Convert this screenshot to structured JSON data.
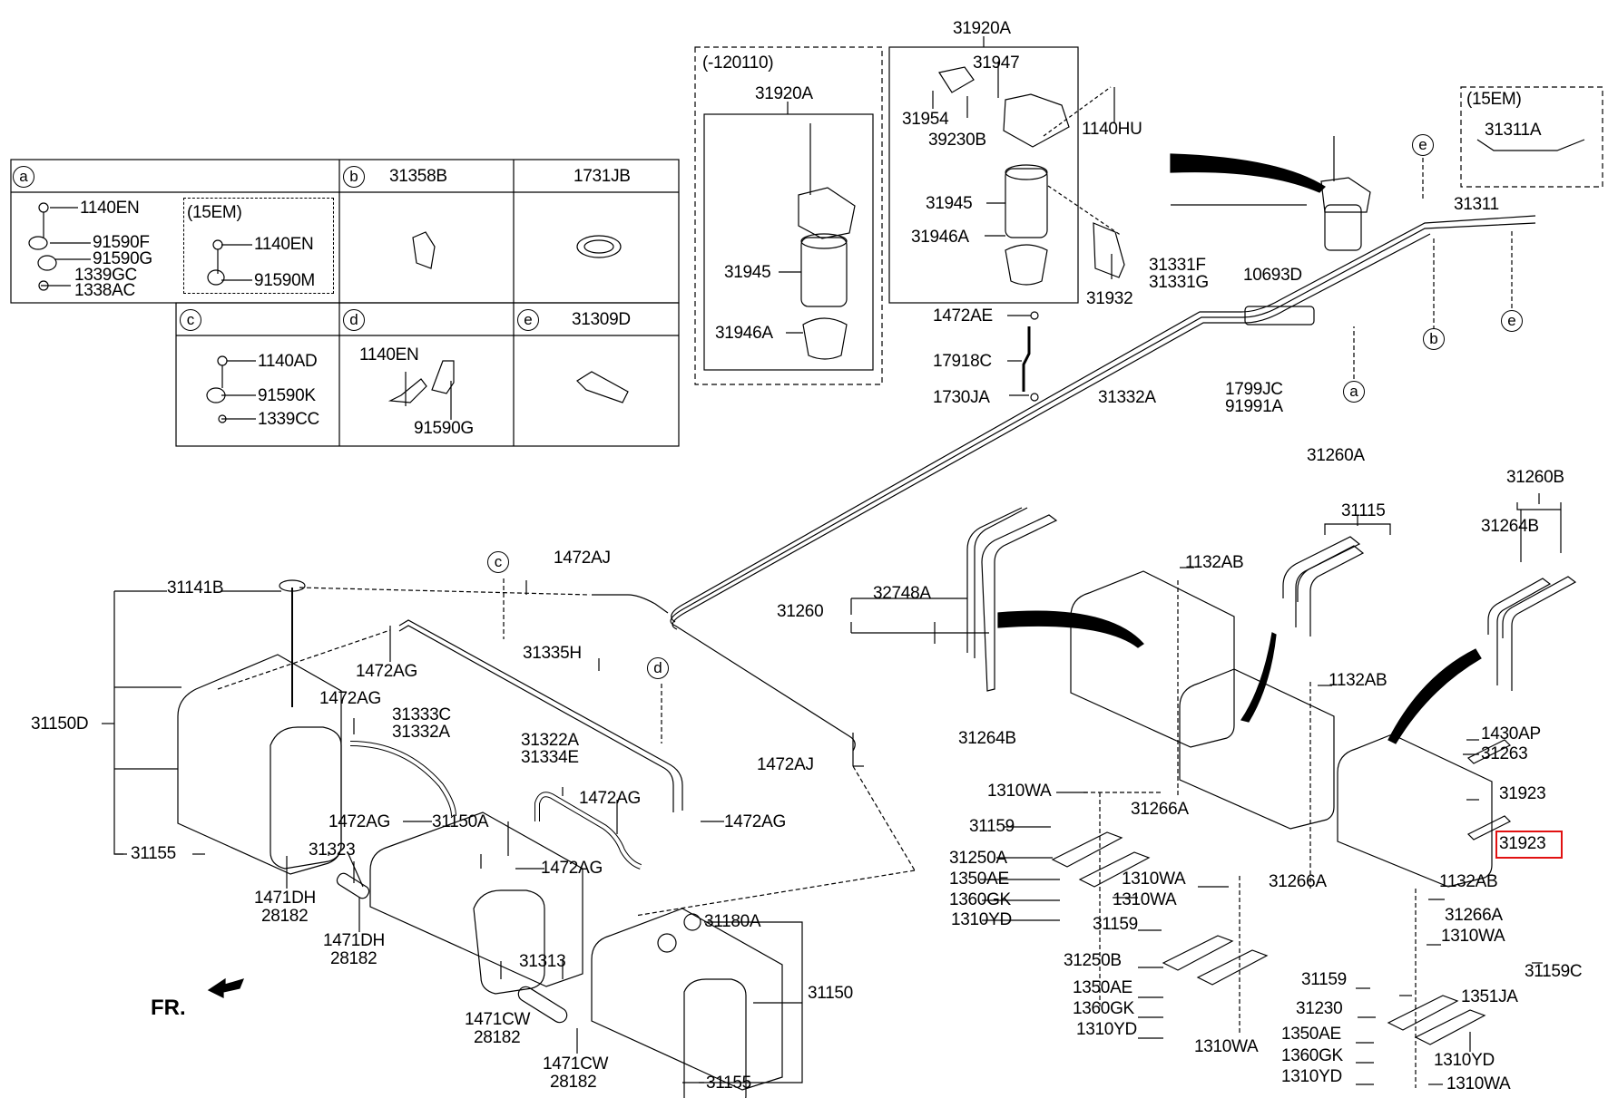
{
  "diagram": {
    "type": "exploded-parts-diagram",
    "subject": "Fuel tank, fuel lines and fuel filter assembly",
    "highlight_color": "#e11111",
    "highlighted_part": "31923",
    "orientation_label": "FR.",
    "legend_table": {
      "cells": [
        {
          "key": "a",
          "header": "",
          "parts": [
            "1140EN",
            "91590F",
            "91590G",
            "1339GC",
            "1338AC"
          ],
          "variant": {
            "label": "(15EM)",
            "parts": [
              "1140EN",
              "91590M"
            ]
          }
        },
        {
          "key": "b",
          "header": "31358B",
          "parts": []
        },
        {
          "key": "",
          "header": "1731JB",
          "parts": []
        },
        {
          "key": "c",
          "header": "",
          "parts": [
            "1140AD",
            "91590K",
            "1339CC"
          ]
        },
        {
          "key": "d",
          "header": "",
          "parts": [
            "1140EN",
            "91590G"
          ]
        },
        {
          "key": "e",
          "header": "31309D",
          "parts": []
        }
      ]
    },
    "filter_old": {
      "variant": "(-120110)",
      "assembly": "31920A",
      "parts": [
        "31945",
        "31946A"
      ]
    },
    "filter_new": {
      "assembly": "31920A",
      "parts": [
        "31947",
        "31954",
        "39230B",
        "1140HU",
        "31945",
        "31946A",
        "31932"
      ]
    },
    "variant_15em": {
      "label": "(15EM)",
      "part": "31311A"
    },
    "callout_keys": [
      "a",
      "b",
      "c",
      "d",
      "e",
      "e"
    ],
    "labels": [
      "31311",
      "31331F",
      "31331G",
      "10693D",
      "1472AE",
      "17918C",
      "1730JA",
      "31332A",
      "1799JC",
      "91991A",
      "31260A",
      "31115",
      "31260B",
      "31264B",
      "1132AB",
      "32748A",
      "31260",
      "31264B",
      "1132AB",
      "1430AP",
      "31263",
      "31923",
      "31923",
      "1310WA",
      "31266A",
      "31159",
      "31250A",
      "1350AE",
      "1360GK",
      "1310YD",
      "1310WA",
      "1310WA",
      "31266A",
      "1132AB",
      "31266A",
      "31159",
      "31250B",
      "1310WA",
      "1350AE",
      "1360GK",
      "1310YD",
      "1310WA",
      "31159C",
      "31159",
      "1351JA",
      "31230",
      "1350AE",
      "1360GK",
      "1310YD",
      "1310YD",
      "1310WA",
      "31141B",
      "1472AJ",
      "31150D",
      "1472AG",
      "1472AG",
      "31333C",
      "31332A",
      "31335H",
      "1472AG",
      "31150A",
      "31322A",
      "31334E",
      "1472AG",
      "1472AG",
      "1472AG",
      "1472AJ",
      "31155",
      "31323",
      "1471DH",
      "28182",
      "1471DH",
      "28182",
      "31180A",
      "31313",
      "31150",
      "1471CW",
      "28182",
      "1471CW",
      "28182",
      "31155"
    ]
  }
}
